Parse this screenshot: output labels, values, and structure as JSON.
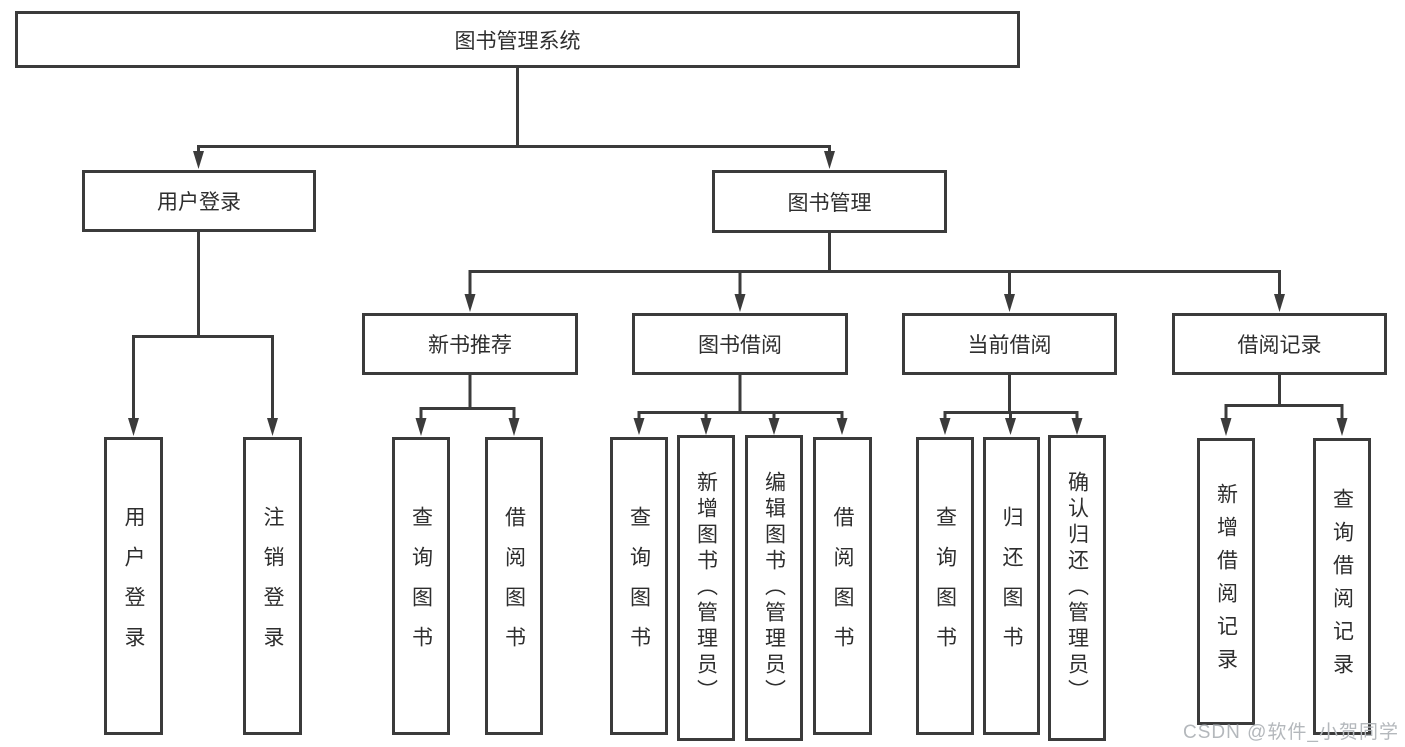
{
  "diagram": {
    "root": {
      "label": "图书管理系统"
    },
    "branches": [
      {
        "label": "用户登录",
        "children": [
          {
            "label": "用户登录"
          },
          {
            "label": "注销登录"
          }
        ]
      },
      {
        "label": "图书管理",
        "children": [
          {
            "label": "新书推荐",
            "children": [
              {
                "label": "查询图书"
              },
              {
                "label": "借阅图书"
              }
            ]
          },
          {
            "label": "图书借阅",
            "children": [
              {
                "label": "查询图书"
              },
              {
                "label": "新增图书（管理员）"
              },
              {
                "label": "编辑图书（管理员）"
              },
              {
                "label": "借阅图书"
              }
            ]
          },
          {
            "label": "当前借阅",
            "children": [
              {
                "label": "查询图书"
              },
              {
                "label": "归还图书"
              },
              {
                "label": "确认归还（管理员）"
              }
            ]
          },
          {
            "label": "借阅记录",
            "children": [
              {
                "label": "新增借阅记录"
              },
              {
                "label": "查询借阅记录"
              }
            ]
          }
        ]
      }
    ]
  },
  "watermark": {
    "text": "CSDN @软件_小贺同学"
  },
  "colors": {
    "line": "#3b3b3b",
    "text": "#2e2e2e",
    "watermark": "#b4b8bc",
    "background": "#ffffff"
  }
}
